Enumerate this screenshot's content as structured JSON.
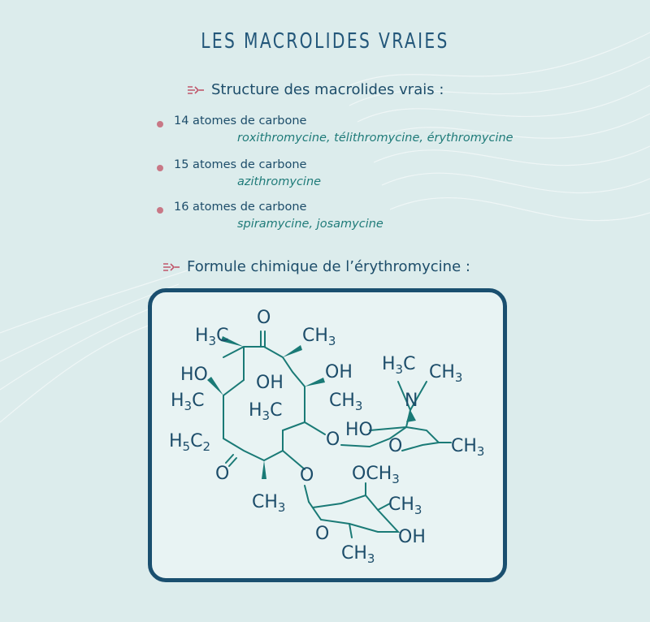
{
  "title": "LES MACROLIDES VRAIES",
  "sections": {
    "structure": {
      "heading": "Structure des macrolides vrais :",
      "items": [
        {
          "label": "14 atomes de carbone",
          "examples": "roxithromycine, télithromycine, érythromycine"
        },
        {
          "label": "15 atomes de carbone",
          "examples": "azithromycine"
        },
        {
          "label": "16 atomes de carbone",
          "examples": "spiramycine, josamycine"
        }
      ]
    },
    "formula": {
      "heading": "Formule chimique de l’érythromycine :"
    }
  },
  "molecule_labels": {
    "o_top": "O",
    "h3c_top": "H3C",
    "ch3_top": "CH3",
    "ho_left": "HO",
    "oh_mid": "OH",
    "oh_right": "OH",
    "h3c_left": "H3C",
    "ch3_right": "CH3",
    "h3c_center": "H3C",
    "h5c2": "H5C2",
    "o_ring_right": "O",
    "o_ester": "O",
    "ch3_bottom": "CH3",
    "o_bottom": "O",
    "h3c_n": "H3C",
    "ch3_n": "CH3",
    "n": "N",
    "ho_sugar": "HO",
    "o_sugar1": "O",
    "ch3_sugar1": "CH3",
    "och3": "OCH3",
    "ch3_sugar2": "CH3",
    "o_sugar2": "O",
    "oh_sugar2": "OH",
    "ch3_sugar2b": "CH3"
  },
  "colors": {
    "background": "#dcecec",
    "text": "#1d4d6a",
    "bond": "#1a7a76",
    "bullet": "#c87886",
    "frame": "#1a4f6f"
  }
}
